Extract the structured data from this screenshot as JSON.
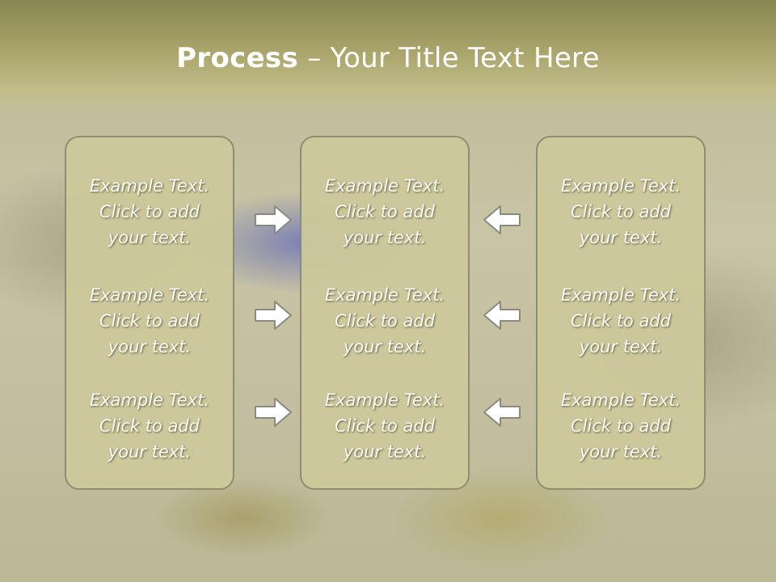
{
  "title": {
    "bold": "Process",
    "rest": " – Your Title Text Here"
  },
  "columns": [
    {
      "items": [
        {
          "line1": "Example Text.",
          "line2": "Click  to add",
          "line3": "your text."
        },
        {
          "line1": "Example Text.",
          "line2": "Click  to add",
          "line3": "your text."
        },
        {
          "line1": "Example Text.",
          "line2": "Click  to add",
          "line3": "your text."
        }
      ]
    },
    {
      "items": [
        {
          "line1": "Example Text.",
          "line2": "Click  to add",
          "line3": "your text."
        },
        {
          "line1": "Example Text.",
          "line2": "Click  to add",
          "line3": "your text."
        },
        {
          "line1": "Example Text.",
          "line2": "Click  to add",
          "line3": "your text."
        }
      ]
    },
    {
      "items": [
        {
          "line1": "Example Text.",
          "line2": "Click  to add",
          "line3": "your text."
        },
        {
          "line1": "Example Text.",
          "line2": "Click  to add",
          "line3": "your text."
        },
        {
          "line1": "Example Text.",
          "line2": "Click  to add",
          "line3": "your text."
        }
      ]
    }
  ],
  "arrows": {
    "left_group": "arrow-right-icon",
    "right_group": "arrow-left-icon"
  },
  "colors": {
    "box_fill": "#cdc99b",
    "box_border": "#8d8b6d",
    "header": "#a8a46a",
    "text": "#ffffff"
  }
}
